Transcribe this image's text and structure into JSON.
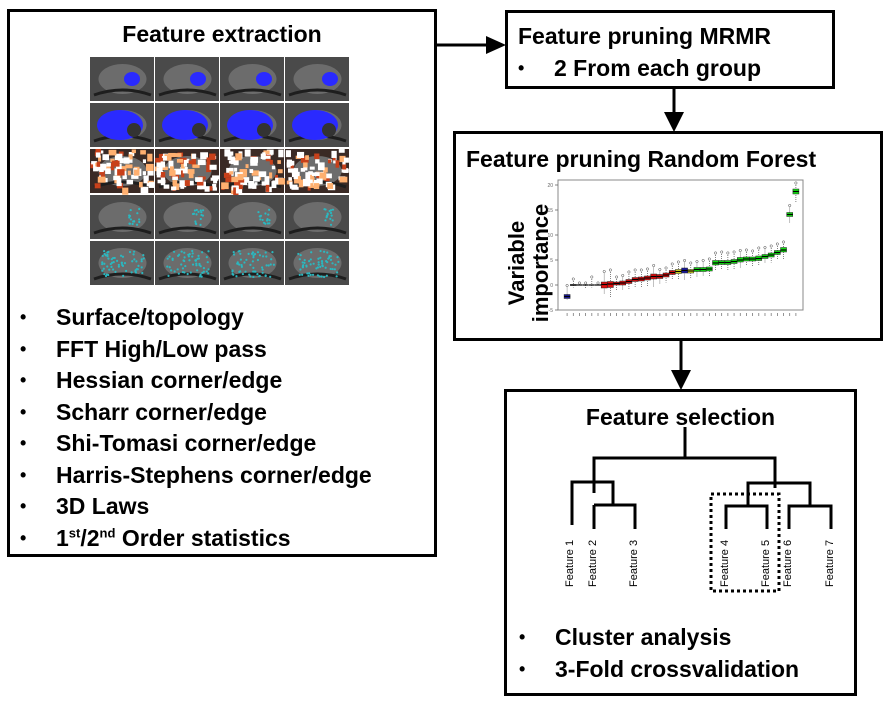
{
  "feature_extraction": {
    "title": "Feature extraction",
    "image_rows": [
      "tumor-segmentation-overlay",
      "gland-segmentation-overlay",
      "texture-heatmap",
      "tumor-keypoints",
      "gland-keypoints"
    ],
    "image_colors": {
      "segmentation": "#2a2aff",
      "heat": "#c8401a",
      "keypoints": "#2ab8c0"
    },
    "items": [
      {
        "text": "Surface/topology"
      },
      {
        "text": "FFT High/Low pass"
      },
      {
        "text": "Hessian corner/edge"
      },
      {
        "text": "Scharr corner/edge"
      },
      {
        "text": "Shi-Tomasi corner/edge"
      },
      {
        "text": "Harris-Stephens corner/edge"
      },
      {
        "text": "3D Laws"
      },
      {
        "pre": "1",
        "sup1": "st",
        "mid": "/2",
        "sup2": "nd",
        "post": " Order statistics"
      }
    ]
  },
  "mrmr": {
    "title": "Feature pruning MRMR",
    "items": [
      "2 From each group"
    ]
  },
  "random_forest": {
    "title": "Feature pruning Random Forest",
    "ylabel_line1": "Variable",
    "ylabel_line2": "importance"
  },
  "feature_selection": {
    "title": "Feature selection",
    "leaves": [
      "Feature 1",
      "Feature 2",
      "Feature 3",
      "Feature 4",
      "Feature 5",
      "Feature 6",
      "Feature 7"
    ],
    "highlighted": [
      "Feature 4",
      "Feature 5"
    ],
    "items": [
      "Cluster analysis",
      "3-Fold crossvalidation"
    ]
  },
  "chart_data": {
    "type": "box",
    "title": "",
    "xlabel": "",
    "ylabel": "Variable importance",
    "ylim": [
      -5,
      21
    ],
    "yticks": [
      -5,
      0,
      5,
      10,
      15,
      20
    ],
    "ytick_labels": [
      "-5",
      "0",
      "5",
      "10",
      "15",
      "20"
    ],
    "grid": false,
    "colors": {
      "shadow": "#1a1aa0",
      "rejected": "#e01010",
      "tentative": "#e0e020",
      "confirmed": "#10e010",
      "neutral": "#000000"
    },
    "boxes": [
      {
        "median": -2.3,
        "q1": -2.7,
        "q3": -1.9,
        "lo": -3.0,
        "hi": -0.5,
        "group": "shadow"
      },
      {
        "median": 0.0,
        "q1": -0.1,
        "q3": 0.1,
        "lo": -0.5,
        "hi": 0.8,
        "group": "neutral"
      },
      {
        "median": 0.0,
        "q1": 0.0,
        "q3": 0.0,
        "lo": 0.0,
        "hi": 0.0,
        "group": "neutral"
      },
      {
        "median": 0.0,
        "q1": 0.0,
        "q3": 0.0,
        "lo": -0.6,
        "hi": 0.0,
        "group": "neutral"
      },
      {
        "median": 0.0,
        "q1": 0.0,
        "q3": 0.0,
        "lo": -0.5,
        "hi": 1.2,
        "group": "neutral"
      },
      {
        "median": 0.0,
        "q1": 0.0,
        "q3": 0.0,
        "lo": 0.0,
        "hi": 0.0,
        "group": "neutral"
      },
      {
        "median": 0.1,
        "q1": -0.6,
        "q3": 0.6,
        "lo": -1.8,
        "hi": 2.3,
        "group": "rejected"
      },
      {
        "median": 0.2,
        "q1": -0.5,
        "q3": 0.7,
        "lo": -2.5,
        "hi": 2.6,
        "group": "rejected"
      },
      {
        "median": 0.3,
        "q1": 0.0,
        "q3": 0.6,
        "lo": -1.0,
        "hi": 1.2,
        "group": "rejected"
      },
      {
        "median": 0.4,
        "q1": 0.0,
        "q3": 0.8,
        "lo": -1.0,
        "hi": 1.5,
        "group": "rejected"
      },
      {
        "median": 0.7,
        "q1": 0.3,
        "q3": 1.1,
        "lo": -0.8,
        "hi": 2.2,
        "group": "rejected"
      },
      {
        "median": 1.1,
        "q1": 0.7,
        "q3": 1.5,
        "lo": -0.6,
        "hi": 2.6,
        "group": "rejected"
      },
      {
        "median": 1.2,
        "q1": 0.8,
        "q3": 1.6,
        "lo": -0.5,
        "hi": 2.6,
        "group": "rejected"
      },
      {
        "median": 1.4,
        "q1": 1.0,
        "q3": 1.8,
        "lo": -0.3,
        "hi": 2.8,
        "group": "rejected"
      },
      {
        "median": 1.7,
        "q1": 1.2,
        "q3": 2.2,
        "lo": -0.3,
        "hi": 3.5,
        "group": "rejected"
      },
      {
        "median": 1.7,
        "q1": 1.3,
        "q3": 2.1,
        "lo": 0.2,
        "hi": 2.7,
        "group": "rejected"
      },
      {
        "median": 2.0,
        "q1": 1.6,
        "q3": 2.4,
        "lo": 0.5,
        "hi": 3.0,
        "group": "rejected"
      },
      {
        "median": 2.5,
        "q1": 2.1,
        "q3": 2.9,
        "lo": 1.0,
        "hi": 3.8,
        "group": "rejected"
      },
      {
        "median": 2.7,
        "q1": 2.3,
        "q3": 3.1,
        "lo": 1.2,
        "hi": 4.2,
        "group": "tentative"
      },
      {
        "median": 2.9,
        "q1": 2.4,
        "q3": 3.4,
        "lo": 1.0,
        "hi": 4.5,
        "group": "shadow"
      },
      {
        "median": 2.8,
        "q1": 2.4,
        "q3": 3.1,
        "lo": 1.2,
        "hi": 4.0,
        "group": "tentative"
      },
      {
        "median": 3.1,
        "q1": 2.7,
        "q3": 3.5,
        "lo": 1.5,
        "hi": 4.3,
        "group": "confirmed"
      },
      {
        "median": 3.1,
        "q1": 2.7,
        "q3": 3.5,
        "lo": 1.7,
        "hi": 4.5,
        "group": "confirmed"
      },
      {
        "median": 3.2,
        "q1": 2.8,
        "q3": 3.6,
        "lo": 1.8,
        "hi": 4.8,
        "group": "confirmed"
      },
      {
        "median": 4.4,
        "q1": 4.0,
        "q3": 4.9,
        "lo": 2.8,
        "hi": 6.0,
        "group": "confirmed"
      },
      {
        "median": 4.5,
        "q1": 4.1,
        "q3": 4.9,
        "lo": 3.0,
        "hi": 6.2,
        "group": "confirmed"
      },
      {
        "median": 4.5,
        "q1": 4.1,
        "q3": 4.9,
        "lo": 3.0,
        "hi": 6.0,
        "group": "confirmed"
      },
      {
        "median": 4.7,
        "q1": 4.3,
        "q3": 5.1,
        "lo": 3.2,
        "hi": 6.2,
        "group": "confirmed"
      },
      {
        "median": 5.0,
        "q1": 4.6,
        "q3": 5.5,
        "lo": 3.5,
        "hi": 6.5,
        "group": "confirmed"
      },
      {
        "median": 5.2,
        "q1": 4.8,
        "q3": 5.6,
        "lo": 3.8,
        "hi": 6.6,
        "group": "confirmed"
      },
      {
        "median": 5.2,
        "q1": 4.8,
        "q3": 5.6,
        "lo": 3.6,
        "hi": 6.4,
        "group": "confirmed"
      },
      {
        "median": 5.3,
        "q1": 4.9,
        "q3": 5.8,
        "lo": 3.8,
        "hi": 7.0,
        "group": "confirmed"
      },
      {
        "median": 5.7,
        "q1": 5.3,
        "q3": 6.1,
        "lo": 4.3,
        "hi": 7.1,
        "group": "confirmed"
      },
      {
        "median": 6.0,
        "q1": 5.6,
        "q3": 6.4,
        "lo": 4.5,
        "hi": 7.4,
        "group": "confirmed"
      },
      {
        "median": 6.5,
        "q1": 6.1,
        "q3": 6.9,
        "lo": 5.0,
        "hi": 7.8,
        "group": "confirmed"
      },
      {
        "median": 7.0,
        "q1": 6.6,
        "q3": 7.5,
        "lo": 5.2,
        "hi": 8.2,
        "group": "confirmed"
      },
      {
        "median": 14.1,
        "q1": 13.7,
        "q3": 14.5,
        "lo": 12.5,
        "hi": 15.5,
        "group": "confirmed"
      },
      {
        "median": 18.7,
        "q1": 18.2,
        "q3": 19.2,
        "lo": 16.5,
        "hi": 20.0,
        "group": "confirmed"
      }
    ]
  }
}
